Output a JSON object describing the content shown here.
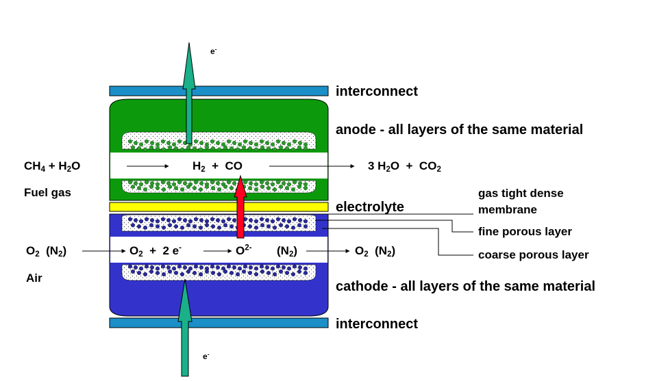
{
  "layers": {
    "interconnect_top": "interconnect",
    "anode": "anode - all layers of the same material",
    "electrolyte": "electrolyte",
    "gas_tight_line1": "gas tight dense",
    "gas_tight_line2": "membrane",
    "fine_porous": "fine porous layer",
    "coarse_porous": "coarse porous layer",
    "cathode": "cathode - all layers of the same material",
    "interconnect_bottom": "interconnect"
  },
  "electrons": {
    "top": "e",
    "bottom": "e",
    "charge": "-"
  },
  "fuel": {
    "label": "Fuel gas",
    "ch4": {
      "base": "CH",
      "sub": "4"
    },
    "plus_h2o": {
      "text": " + H",
      "sub": "2",
      "tail": "O"
    },
    "h2": {
      "base": "H",
      "sub": "2"
    },
    "co_text": "  +  CO",
    "h2o_product": {
      "text": "3 H",
      "sub": "2",
      "tail": "O  +  CO"
    },
    "co2_sub": "2"
  },
  "air": {
    "label": "Air",
    "o2_start": {
      "base": "O",
      "sub": "2",
      "n2_open": "  (N",
      "n2_sub": "2",
      "n2_close": ")"
    },
    "o2_mid": {
      "base": "O",
      "sub": "2",
      "rest": "  +  2 e",
      "charge": "-"
    },
    "oxide": {
      "base": "O",
      "charge": "2-"
    },
    "n2_mid": {
      "open": "(N",
      "sub": "2",
      "close": ")"
    },
    "o2_end": {
      "base": "O",
      "sub": "2",
      "n2_open": "  (N",
      "n2_sub": "2",
      "n2_close": ")"
    }
  },
  "colors": {
    "interconnect": "#1a8fc8",
    "anode": "#0c9a0c",
    "anode_dots": "#2a9a2a",
    "electrolyte": "#ffff00",
    "cathode": "#3333cc",
    "cathode_dots": "#2a2a99",
    "electron_arrow": "#19b08a",
    "oxide_arrow": "#ff0022"
  },
  "icons": {
    "electron_up_arrow": "electron-flow-arrow-icon",
    "oxide_ion_arrow": "oxide-ion-arrow-icon"
  }
}
